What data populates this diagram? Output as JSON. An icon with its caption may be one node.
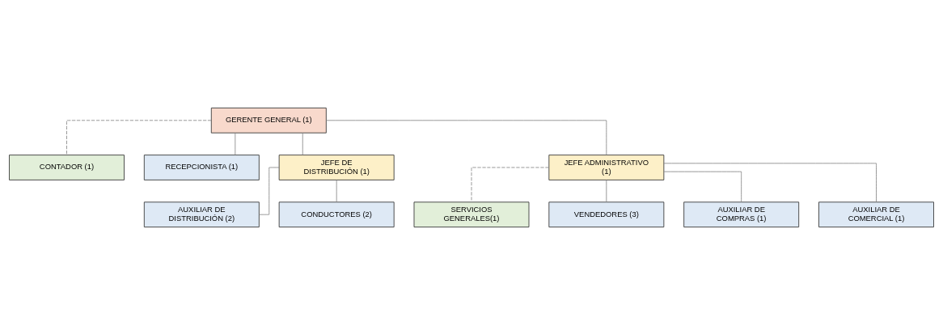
{
  "diagram": {
    "nodes": [
      {
        "text": [
          "GERENTE GENERAL (1)"
        ]
      },
      {
        "text": [
          "CONTADOR (1)"
        ]
      },
      {
        "text": [
          "RECEPCIONISTA (1)"
        ]
      },
      {
        "text": [
          "JEFE DE DISTRIBUCIÓN (1)"
        ]
      },
      {
        "text": [
          "JEFE ADMINISTRATIVO (1)"
        ]
      },
      {
        "text": [
          "SERVICIOS GENERALES(1)"
        ]
      },
      {
        "text": [
          "AUXILIAR DE DISTRIBUCIÓN (2)"
        ]
      },
      {
        "text": [
          "CONDUCTORES (2)"
        ]
      },
      {
        "text": [
          "VENDEDORES (3)"
        ]
      },
      {
        "text": [
          "AUXILIAR DE COMPRAS (1)"
        ]
      },
      {
        "text": [
          "AUXILIAR DE COMERCIAL (1)"
        ]
      }
    ],
    "edges": [
      {
        "from": 0,
        "to": 1,
        "arrow": "none",
        "style": "dashed"
      },
      {
        "from": 0,
        "to": 2,
        "arrow": "none"
      },
      {
        "from": 0,
        "to": 3,
        "arrow": "none"
      },
      {
        "from": 0,
        "to": 4,
        "arrow": "none"
      },
      {
        "from": 4,
        "to": 5,
        "arrow": "none",
        "style": "dashed"
      },
      {
        "from": 3,
        "to": 6,
        "arrow": "none"
      },
      {
        "from": 3,
        "to": 7,
        "arrow": "none"
      },
      {
        "from": 4,
        "to": 8,
        "arrow": "none"
      },
      {
        "from": 4,
        "to": 9,
        "arrow": "none"
      },
      {
        "from": 4,
        "to": 10,
        "arrow": "none"
      }
    ]
  }
}
